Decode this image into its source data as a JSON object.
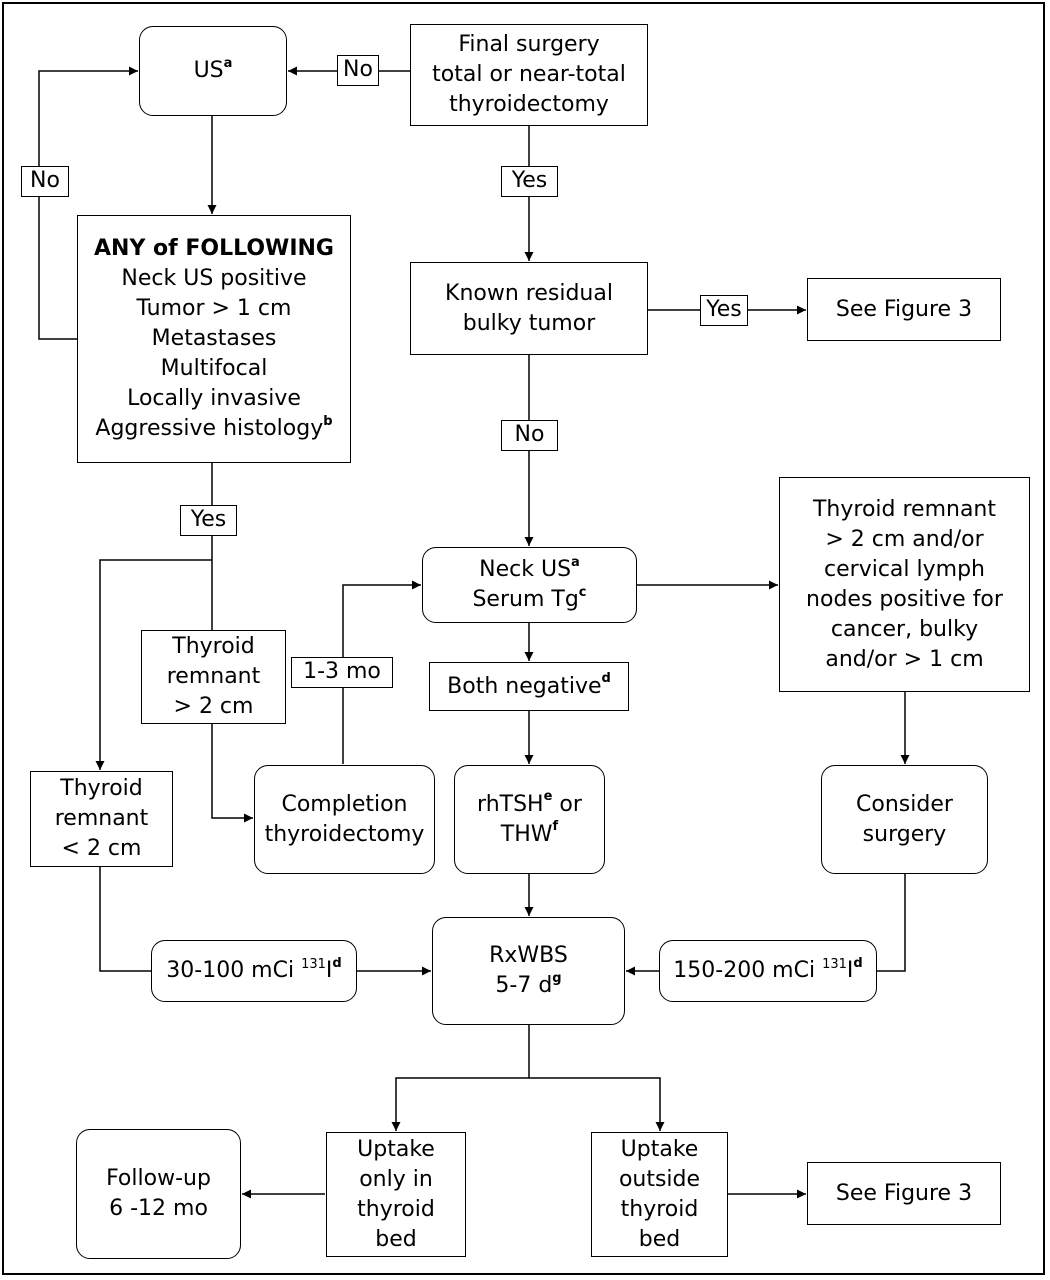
{
  "nodes": {
    "us": {
      "text": "US",
      "sup": "a"
    },
    "final_surgery": [
      "Final surgery",
      "total or near-total",
      "thyroidectomy"
    ],
    "any_of_following": {
      "title": "ANY of FOLLOWING",
      "items": [
        "Neck US positive",
        "Tumor > 1 cm",
        "Metastases",
        "Multifocal",
        "Locally invasive"
      ],
      "last_item": "Aggressive histology",
      "last_sup": "b"
    },
    "known_residual": [
      "Known residual",
      "bulky tumor"
    ],
    "see_figure_top": "See Figure 3",
    "neck_us_tg": {
      "line1": "Neck US",
      "sup1": "a",
      "line2": "Serum Tg",
      "sup2": "c"
    },
    "thyroid_remnant_large_cervical": [
      "Thyroid remnant",
      "> 2 cm and/or",
      "cervical lymph",
      "nodes positive for",
      "cancer, bulky",
      "and/or > 1 cm"
    ],
    "thyroid_remnant_gt2": [
      "Thyroid",
      "remnant",
      "> 2 cm"
    ],
    "both_negative": {
      "text": "Both negative",
      "sup": "d"
    },
    "thyroid_remnant_lt2": [
      "Thyroid",
      "remnant",
      "< 2 cm"
    ],
    "completion_thyroidectomy": [
      "Completion",
      "thyroidectomy"
    ],
    "rhtsh_thw": {
      "a": "rhTSH",
      "a_sup": "e",
      "b": " or",
      "c": "THW",
      "c_sup": "f"
    },
    "consider_surgery": [
      "Consider",
      "surgery"
    ],
    "dose_low": {
      "pre": "30-100 mCi ",
      "iso": "131",
      "el": "I",
      "sup": "d"
    },
    "rxwbs": {
      "line1": "RxWBS",
      "line2": "5-7 d",
      "sup": "g"
    },
    "dose_high": {
      "pre": "150-200 mCi ",
      "iso": "131",
      "el": "I",
      "sup": "d"
    },
    "follow_up": [
      "Follow-up",
      "6 -12 mo"
    ],
    "uptake_only": [
      "Uptake",
      "only in",
      "thyroid",
      "bed"
    ],
    "uptake_outside": [
      "Uptake",
      "outside",
      "thyroid",
      "bed"
    ],
    "see_figure_bottom": "See Figure 3"
  },
  "edge_labels": {
    "no_top": "No",
    "no_left": "No",
    "yes_final": "Yes",
    "yes_residual": "Yes",
    "no_residual": "No",
    "yes_any": "Yes",
    "months": "1-3 mo"
  }
}
